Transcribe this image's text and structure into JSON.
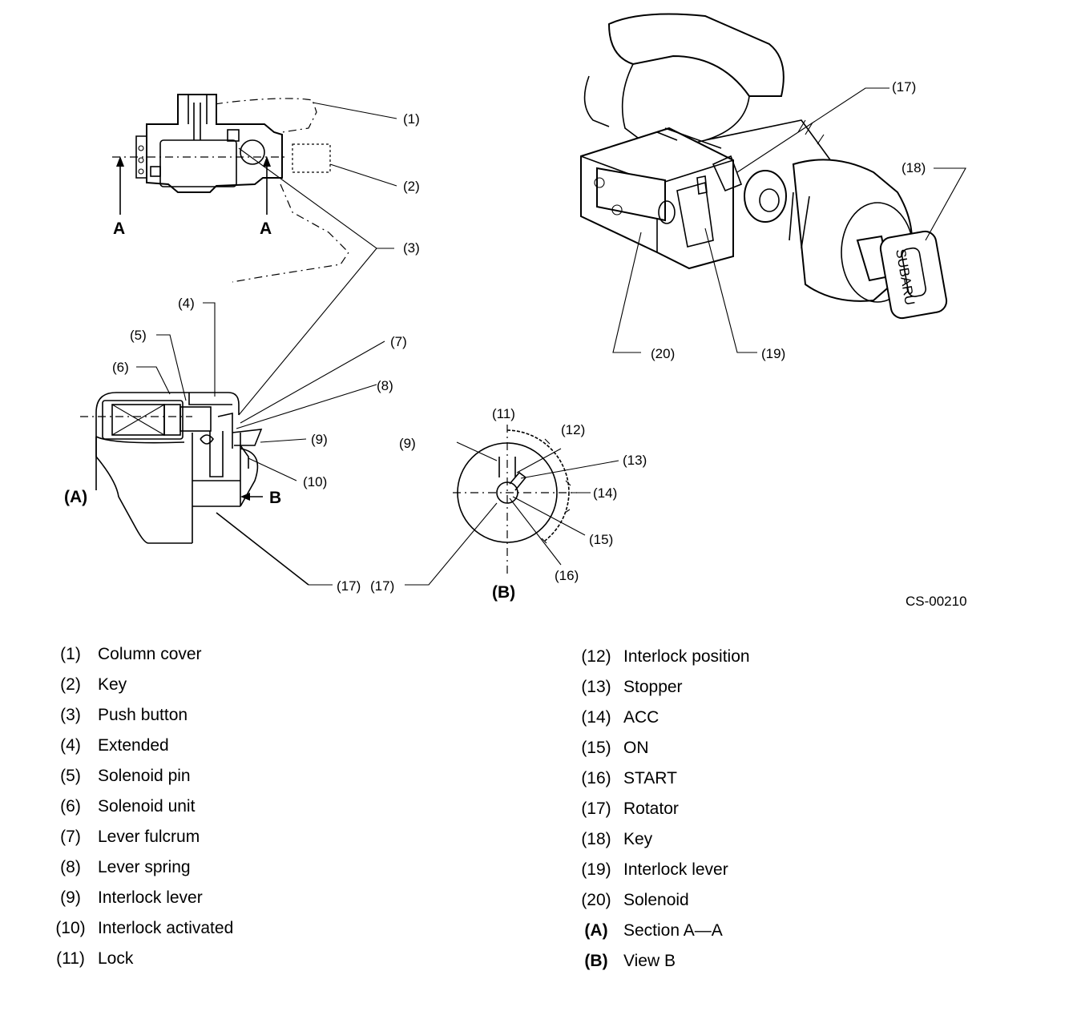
{
  "diagram": {
    "figure_code": "CS-00210",
    "callouts": {
      "c1": "(1)",
      "c2": "(2)",
      "c3": "(3)",
      "c4": "(4)",
      "c5": "(5)",
      "c6": "(6)",
      "c7": "(7)",
      "c8": "(8)",
      "c9": "(9)",
      "c10": "(10)",
      "c9b": "(9)",
      "c11": "(11)",
      "c12": "(12)",
      "c13": "(13)",
      "c14": "(14)",
      "c15": "(15)",
      "c16": "(16)",
      "c17a": "(17)",
      "c17b": "(17)",
      "c17c": "(17)",
      "c18": "(18)",
      "c19": "(19)",
      "c20": "(20)"
    },
    "section_marks": {
      "a_left": "A",
      "a_right": "A",
      "b": "B"
    },
    "view_labels": {
      "section": "(A)",
      "view": "(B)"
    },
    "key_brand": "SUBARU"
  },
  "legend": {
    "left": [
      {
        "num": "(1)",
        "text": "Column cover"
      },
      {
        "num": "(2)",
        "text": "Key"
      },
      {
        "num": "(3)",
        "text": "Push button"
      },
      {
        "num": "(4)",
        "text": "Extended"
      },
      {
        "num": "(5)",
        "text": "Solenoid pin"
      },
      {
        "num": "(6)",
        "text": "Solenoid unit"
      },
      {
        "num": "(7)",
        "text": "Lever fulcrum"
      },
      {
        "num": "(8)",
        "text": "Lever spring"
      },
      {
        "num": "(9)",
        "text": "Interlock lever"
      },
      {
        "num": "(10)",
        "text": "Interlock activated"
      },
      {
        "num": "(11)",
        "text": "Lock"
      }
    ],
    "right": [
      {
        "num": "(12)",
        "text": "Interlock position"
      },
      {
        "num": "(13)",
        "text": "Stopper"
      },
      {
        "num": "(14)",
        "text": "ACC"
      },
      {
        "num": "(15)",
        "text": "ON"
      },
      {
        "num": "(16)",
        "text": "START"
      },
      {
        "num": "(17)",
        "text": "Rotator"
      },
      {
        "num": "(18)",
        "text": "Key"
      },
      {
        "num": "(19)",
        "text": "Interlock lever"
      },
      {
        "num": "(20)",
        "text": "Solenoid"
      },
      {
        "num": "(A)",
        "text": "Section A—A"
      },
      {
        "num": "(B)",
        "text": "View B"
      }
    ]
  }
}
